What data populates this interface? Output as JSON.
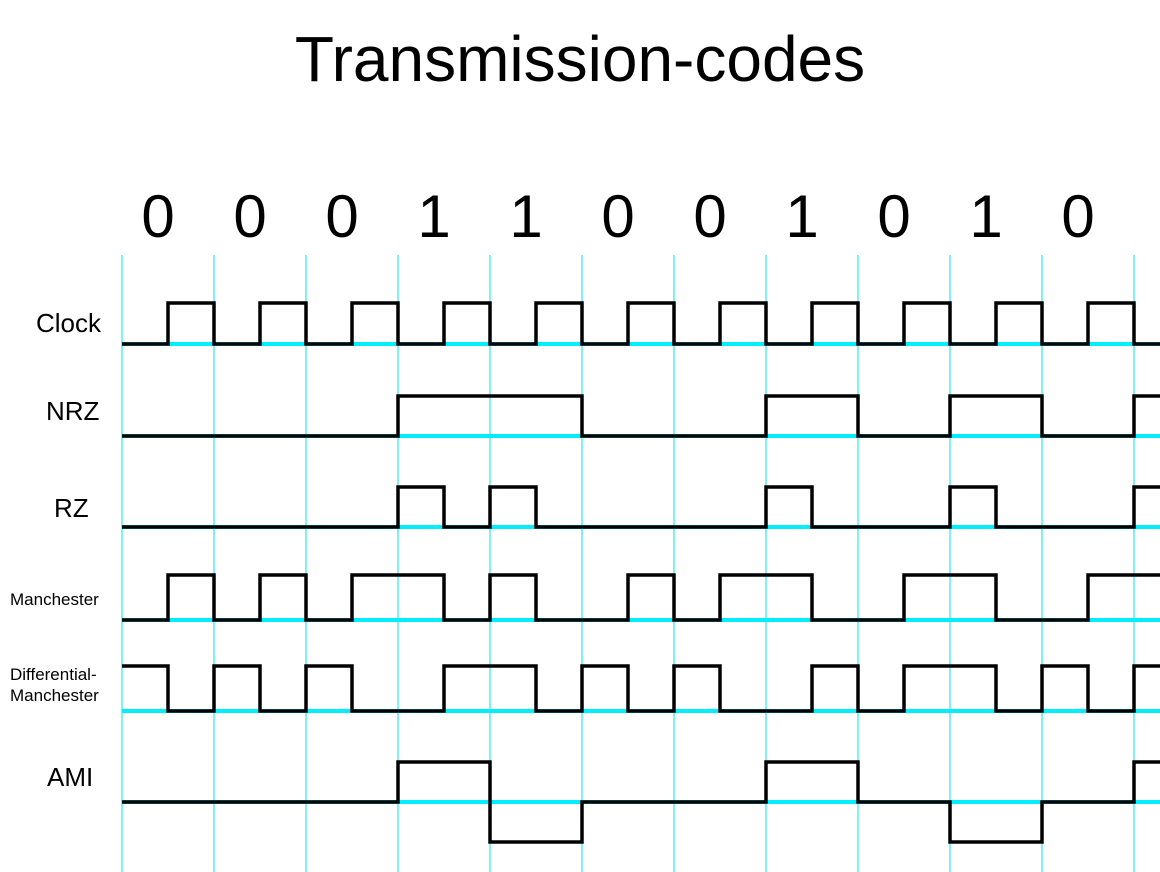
{
  "title": "Transmission-codes",
  "bits": [
    "0",
    "0",
    "0",
    "1",
    "1",
    "0",
    "0",
    "1",
    "0",
    "1",
    "0"
  ],
  "rows": [
    {
      "id": "clock",
      "label": "Clock"
    },
    {
      "id": "nrz",
      "label": "NRZ"
    },
    {
      "id": "rz",
      "label": "RZ"
    },
    {
      "id": "manchester",
      "label": "Manchester"
    },
    {
      "id": "differential_manchester",
      "label": "Differential-Manchester",
      "label_lines": [
        "Differential-",
        "Manchester"
      ]
    },
    {
      "id": "ami",
      "label": "AMI"
    }
  ],
  "colors": {
    "grid": "#00e5ee",
    "baseline": "#00eeff",
    "signal": "#000000",
    "text": "#000000",
    "background": "#ffffff"
  }
}
